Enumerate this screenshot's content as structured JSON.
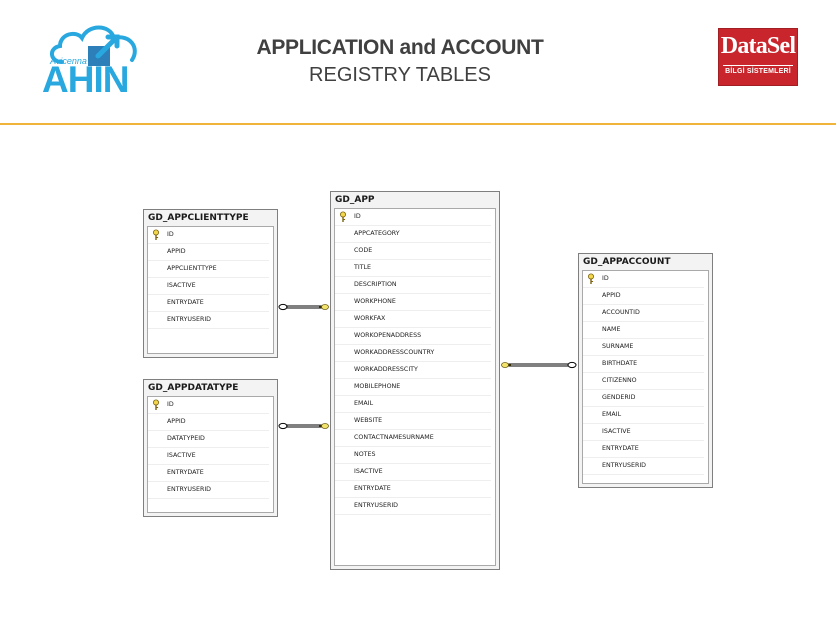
{
  "header": {
    "title": "APPLICATION and ACCOUNT",
    "subtitle": "REGISTRY TABLES"
  },
  "logos": {
    "left": {
      "small_text": "Avicenna",
      "big_text": "AHIN",
      "color": "#29a8e0"
    },
    "right": {
      "brand": "DataSel",
      "sub": "BİLGİ SİSTEMLERİ",
      "color": "#c8262c"
    }
  },
  "accent_color": "#f0b43a",
  "tables": {
    "appclienttype": {
      "name": "GD_APPCLIENTTYPE",
      "columns": [
        "ID",
        "APPID",
        "APPCLIENTTYPE",
        "ISACTIVE",
        "ENTRYDATE",
        "ENTRYUSERID"
      ]
    },
    "appdatatype": {
      "name": "GD_APPDATATYPE",
      "columns": [
        "ID",
        "APPID",
        "DATATYPEID",
        "ISACTIVE",
        "ENTRYDATE",
        "ENTRYUSERID"
      ]
    },
    "app": {
      "name": "GD_APP",
      "columns": [
        "ID",
        "APPCATEGORY",
        "CODE",
        "TITLE",
        "DESCRIPTION",
        "WORKPHONE",
        "WORKFAX",
        "WORKOPENADDRESS",
        "WORKADDRESSCOUNTRY",
        "WORKADDRESSCITY",
        "MOBILEPHONE",
        "EMAIL",
        "WEBSITE",
        "CONTACTNAMESURNAME",
        "NOTES",
        "ISACTIVE",
        "ENTRYDATE",
        "ENTRYUSERID"
      ]
    },
    "appaccount": {
      "name": "GD_APPACCOUNT",
      "columns": [
        "ID",
        "APPID",
        "ACCOUNTID",
        "NAME",
        "SURNAME",
        "BIRTHDATE",
        "CITIZENNO",
        "GENDERID",
        "EMAIL",
        "ISACTIVE",
        "ENTRYDATE",
        "ENTRYUSERID"
      ]
    }
  },
  "relationships": [
    {
      "from": "GD_APPCLIENTTYPE",
      "to": "GD_APP"
    },
    {
      "from": "GD_APPDATATYPE",
      "to": "GD_APP"
    },
    {
      "from": "GD_APPACCOUNT",
      "to": "GD_APP"
    }
  ]
}
